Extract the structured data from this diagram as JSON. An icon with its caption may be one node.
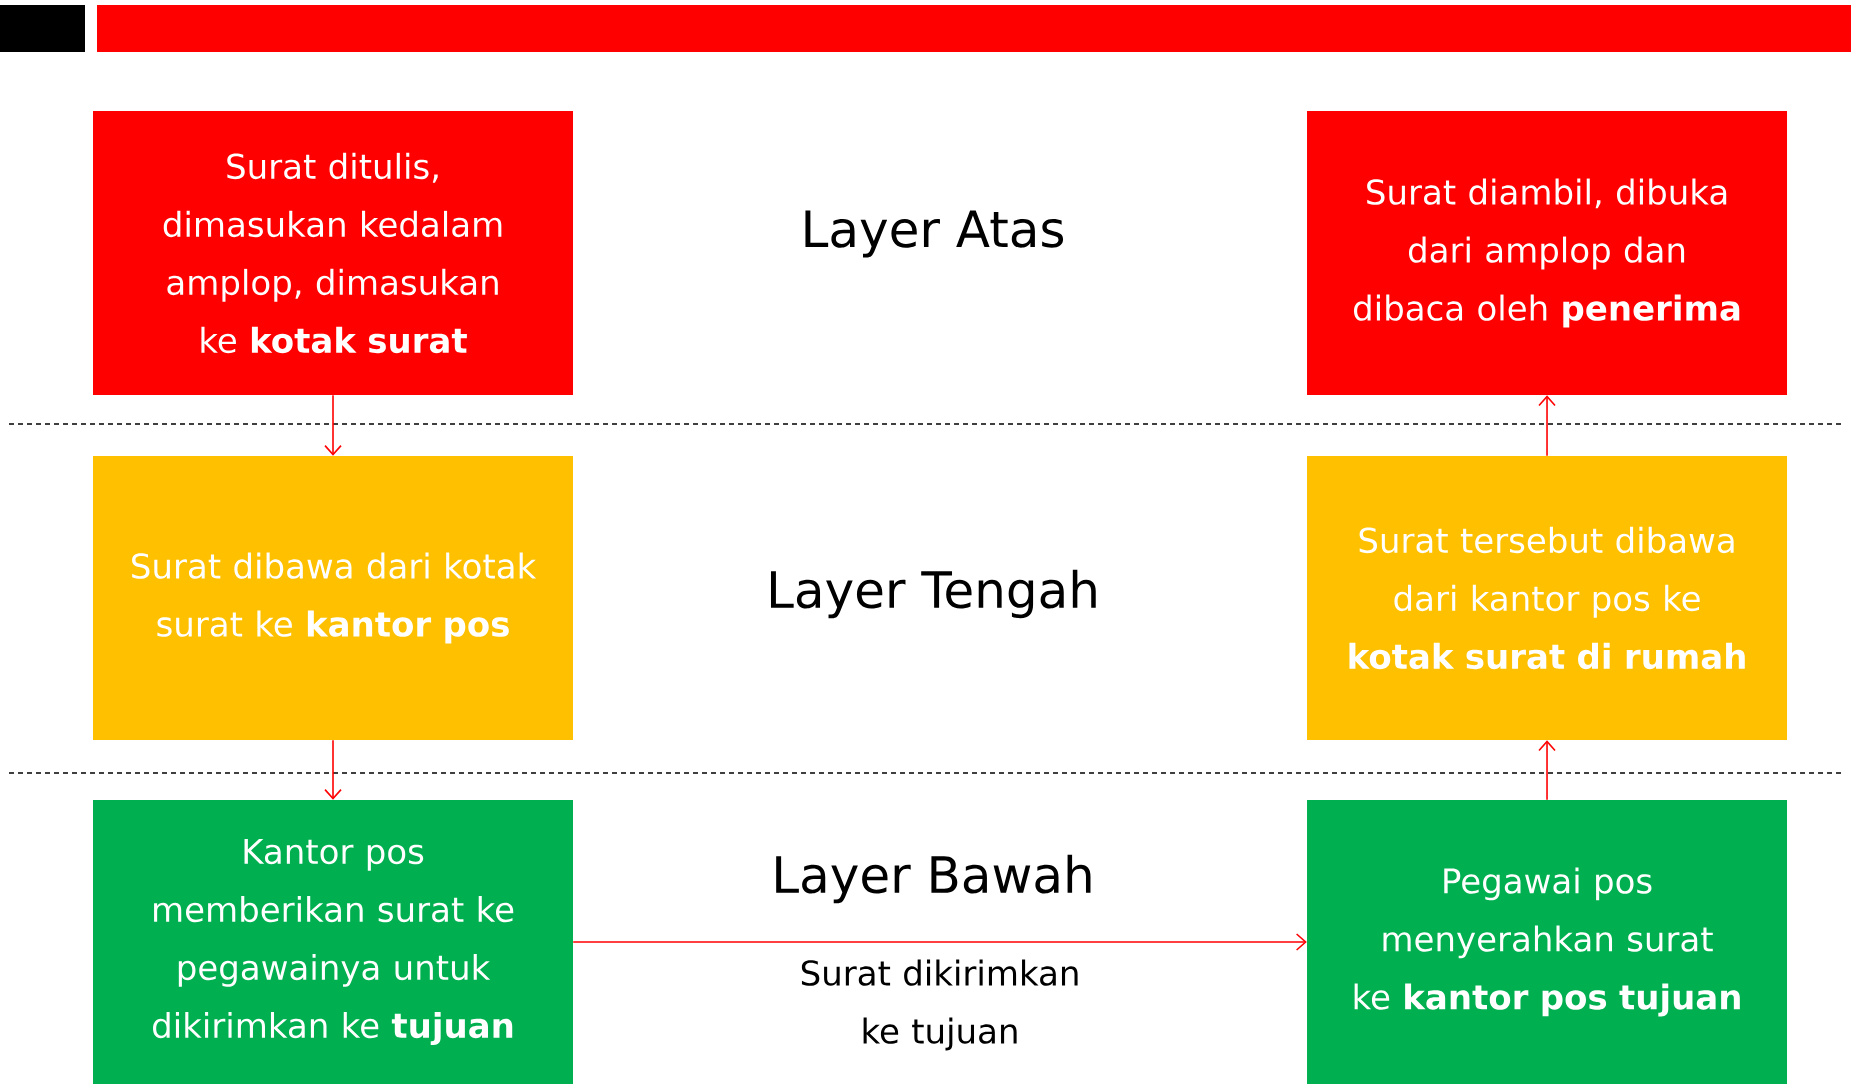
{
  "diagram": {
    "nodes": [
      {
        "text": [
          "Surat ditulis, dimasukan kedalam amplop, dimasukan ke **kotak surat**"
        ]
      },
      {
        "text": [
          "Surat diambil, dibuka dari amplop dan dibaca oleh **penerima**"
        ]
      },
      {
        "text": [
          "Surat dibawa dari kotak surat ke **kantor pos**"
        ]
      },
      {
        "text": [
          "Surat tersebut dibawa dari kantor pos ke **kotak surat di rumah**"
        ]
      },
      {
        "text": [
          "Kantor pos memberikan surat ke pegawainya untuk dikirimkan ke **tujuan**"
        ]
      },
      {
        "text": [
          "Pegawai pos menyerahkan surat ke **kantor pos tujuan**"
        ]
      }
    ],
    "edges": [
      {
        "from": 0,
        "to": 2,
        "arrow": "to"
      },
      {
        "from": 2,
        "to": 4,
        "arrow": "to"
      },
      {
        "from": 4,
        "to": 5,
        "arrow": "to",
        "label": "Surat dikirimkan ke tujuan"
      },
      {
        "from": 5,
        "to": 3,
        "arrow": "to"
      },
      {
        "from": 3,
        "to": 1,
        "arrow": "to"
      }
    ],
    "labels": [
      "Layer Atas",
      "Layer Tengah",
      "Layer Bawah"
    ]
  }
}
